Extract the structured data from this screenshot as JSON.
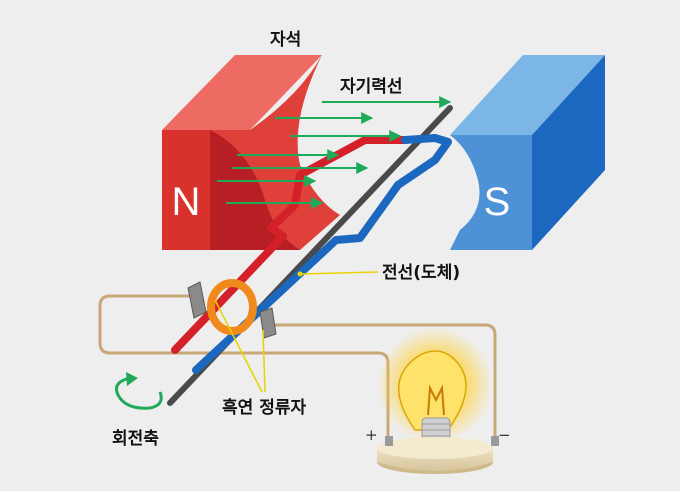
{
  "labels": {
    "magnet": "자석",
    "field_lines": "자기력선",
    "conductor": "전선(도체)",
    "commutator": "흑연 정류자",
    "rotation_axis": "회전축",
    "north": "N",
    "south": "S",
    "plus": "+",
    "minus": "−"
  },
  "colors": {
    "background": "#eeeeee",
    "magnet_north": "#d9312b",
    "magnet_south": "#2f78c8",
    "field_arrow": "#1faa5a",
    "wire_red": "#d42028",
    "wire_blue": "#1c68c0",
    "axle": "#4a4a4a",
    "commutator_ring": "#f08a1c",
    "circuit_wire": "#c8a878",
    "leader_line": "#e8d400",
    "bulb_glow": "#ffd23a"
  },
  "icons": [
    "rotation-arrow-icon",
    "light-bulb-icon"
  ]
}
